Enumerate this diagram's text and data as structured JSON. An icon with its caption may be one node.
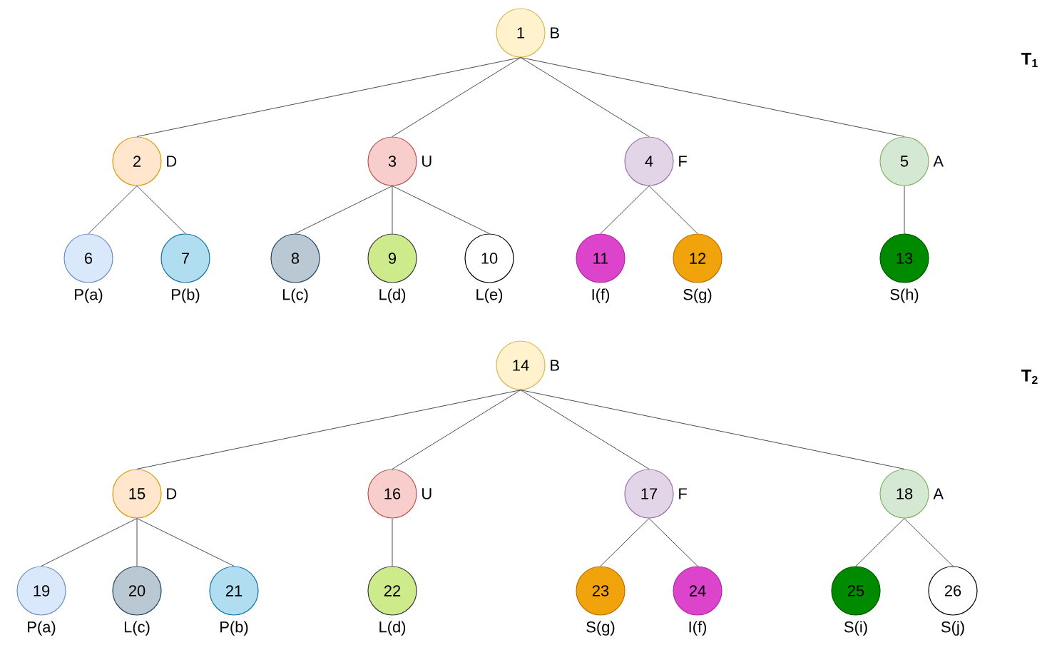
{
  "diagram": {
    "nodes": [
      {
        "text": [
          "1"
        ],
        "beside": [
          "B"
        ]
      },
      {
        "text": [
          "2"
        ],
        "beside": [
          "D"
        ]
      },
      {
        "text": [
          "3"
        ],
        "beside": [
          "U"
        ]
      },
      {
        "text": [
          "4"
        ],
        "beside": [
          "F"
        ]
      },
      {
        "text": [
          "5"
        ],
        "beside": [
          "A"
        ]
      },
      {
        "text": [
          "6"
        ],
        "beside": [
          "P(a)"
        ]
      },
      {
        "text": [
          "7"
        ],
        "beside": [
          "P(b)"
        ]
      },
      {
        "text": [
          "8"
        ],
        "beside": [
          "L(c)"
        ]
      },
      {
        "text": [
          "9"
        ],
        "beside": [
          "L(d)"
        ]
      },
      {
        "text": [
          "10"
        ],
        "beside": [
          "L(e)"
        ]
      },
      {
        "text": [
          "11"
        ],
        "beside": [
          "I(f)"
        ]
      },
      {
        "text": [
          "12"
        ],
        "beside": [
          "S(g)"
        ]
      },
      {
        "text": [
          "13"
        ],
        "beside": [
          "S(h)"
        ]
      },
      {
        "text": [
          "14"
        ],
        "beside": [
          "B"
        ]
      },
      {
        "text": [
          "15"
        ],
        "beside": [
          "D"
        ]
      },
      {
        "text": [
          "16"
        ],
        "beside": [
          "U"
        ]
      },
      {
        "text": [
          "17"
        ],
        "beside": [
          "F"
        ]
      },
      {
        "text": [
          "18"
        ],
        "beside": [
          "A"
        ]
      },
      {
        "text": [
          "19"
        ],
        "beside": [
          "P(a)"
        ]
      },
      {
        "text": [
          "20"
        ],
        "beside": [
          "L(c)"
        ]
      },
      {
        "text": [
          "21"
        ],
        "beside": [
          "P(b)"
        ]
      },
      {
        "text": [
          "22"
        ],
        "beside": [
          "L(d)"
        ]
      },
      {
        "text": [
          "23"
        ],
        "beside": [
          "S(g)"
        ]
      },
      {
        "text": [
          "24"
        ],
        "beside": [
          "I(f)"
        ]
      },
      {
        "text": [
          "25"
        ],
        "beside": [
          "S(i)"
        ]
      },
      {
        "text": [
          "26"
        ],
        "beside": [
          "S(j)"
        ]
      }
    ],
    "edges": [
      {
        "from": 0,
        "to": 1,
        "arrow": "none"
      },
      {
        "from": 0,
        "to": 2,
        "arrow": "none"
      },
      {
        "from": 0,
        "to": 3,
        "arrow": "none"
      },
      {
        "from": 0,
        "to": 4,
        "arrow": "none"
      },
      {
        "from": 1,
        "to": 5,
        "arrow": "none"
      },
      {
        "from": 1,
        "to": 6,
        "arrow": "none"
      },
      {
        "from": 2,
        "to": 7,
        "arrow": "none"
      },
      {
        "from": 2,
        "to": 8,
        "arrow": "none"
      },
      {
        "from": 2,
        "to": 9,
        "arrow": "none"
      },
      {
        "from": 3,
        "to": 10,
        "arrow": "none"
      },
      {
        "from": 3,
        "to": 11,
        "arrow": "none"
      },
      {
        "from": 4,
        "to": 12,
        "arrow": "none"
      },
      {
        "from": 13,
        "to": 14,
        "arrow": "none"
      },
      {
        "from": 13,
        "to": 15,
        "arrow": "none"
      },
      {
        "from": 13,
        "to": 16,
        "arrow": "none"
      },
      {
        "from": 13,
        "to": 17,
        "arrow": "none"
      },
      {
        "from": 14,
        "to": 18,
        "arrow": "none"
      },
      {
        "from": 14,
        "to": 19,
        "arrow": "none"
      },
      {
        "from": 14,
        "to": 20,
        "arrow": "none"
      },
      {
        "from": 15,
        "to": 21,
        "arrow": "none"
      },
      {
        "from": 16,
        "to": 22,
        "arrow": "none"
      },
      {
        "from": 16,
        "to": 23,
        "arrow": "none"
      },
      {
        "from": 17,
        "to": 24,
        "arrow": "none"
      },
      {
        "from": 17,
        "to": 25,
        "arrow": "none"
      }
    ],
    "labels": [
      "T$_{1}$",
      "T$_{2}$"
    ]
  }
}
